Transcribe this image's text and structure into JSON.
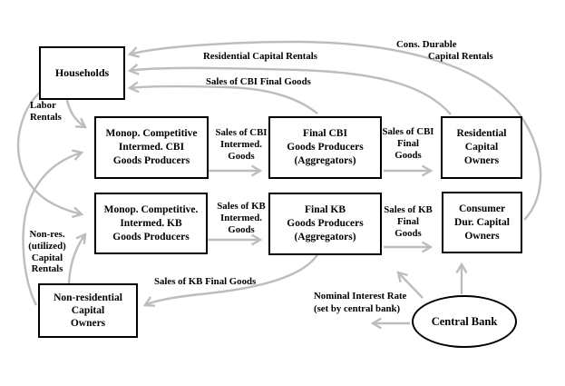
{
  "colors": {
    "arrow": "#bdbdbd",
    "box_border": "#000000",
    "text": "#000000",
    "background": "#ffffff"
  },
  "boxes": {
    "households": {
      "lines": [
        "Households"
      ]
    },
    "monop_cbi": {
      "lines": [
        "Monop. Competitive",
        "Intermed. CBI",
        "Goods Producers"
      ]
    },
    "final_cbi": {
      "lines": [
        "Final CBI",
        "Goods Producers",
        "(Aggregators)"
      ]
    },
    "residential_owners": {
      "lines": [
        "Residential",
        "Capital",
        "Owners"
      ]
    },
    "monop_kb": {
      "lines": [
        "Monop. Competitive.",
        "Intermed. KB",
        "Goods Producers"
      ]
    },
    "final_kb": {
      "lines": [
        "Final KB",
        "Goods Producers",
        "(Aggregators)"
      ]
    },
    "consumer_owners": {
      "lines": [
        "Consumer",
        "Dur. Capital",
        "Owners"
      ]
    },
    "nonres_owners": {
      "lines": [
        "Non-residential",
        "Capital",
        "Owners"
      ]
    },
    "central_bank": {
      "lines": [
        "Central Bank"
      ]
    }
  },
  "flow_labels": {
    "cons_durable_rentals": {
      "lines": [
        "Cons. Durable",
        "Capital Rentals"
      ]
    },
    "residential_rentals": {
      "lines": [
        "Residential Capital Rentals"
      ]
    },
    "sales_cbi_final_households": {
      "lines": [
        "Sales of CBI Final Goods"
      ]
    },
    "labor_rentals": {
      "lines": [
        "Labor",
        "Rentals"
      ]
    },
    "sales_cbi_intermed": {
      "lines": [
        "Sales of CBI",
        "Intermed.",
        "Goods"
      ]
    },
    "sales_cbi_final": {
      "lines": [
        "Sales of CBI",
        "Final",
        "Goods"
      ]
    },
    "sales_kb_intermed": {
      "lines": [
        "Sales of KB",
        "Intermed.",
        "Goods"
      ]
    },
    "sales_kb_final": {
      "lines": [
        "Sales of KB",
        "Final",
        "Goods"
      ]
    },
    "nonres_rentals": {
      "lines": [
        "Non-res.",
        "(utilized)",
        "Capital",
        "Rentals"
      ]
    },
    "sales_kb_final_bottom": {
      "lines": [
        "Sales of KB Final Goods"
      ]
    },
    "nominal_interest": {
      "lines": [
        "Nominal Interest Rate",
        "(set by central bank)"
      ]
    }
  }
}
